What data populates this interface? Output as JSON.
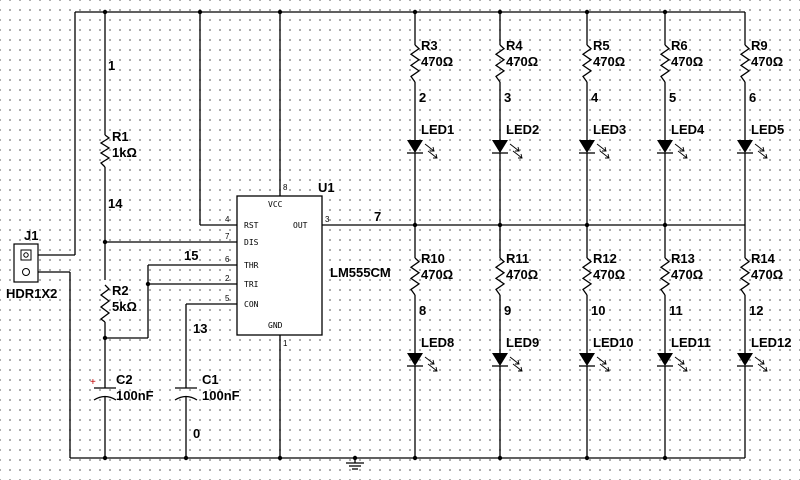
{
  "chip": {
    "ref": "U1",
    "model": "LM555CM",
    "pins": [
      {
        "num": "4",
        "name": "RST"
      },
      {
        "num": "7",
        "name": "DIS"
      },
      {
        "num": "6",
        "name": "THR"
      },
      {
        "num": "2",
        "name": "TRI"
      },
      {
        "num": "5",
        "name": "CON"
      },
      {
        "num": "8",
        "name": "VCC"
      },
      {
        "num": "3",
        "name": "OUT"
      },
      {
        "num": "1",
        "name": "GND"
      }
    ]
  },
  "header": {
    "ref": "J1",
    "model": "HDR1X2"
  },
  "left_parts": [
    {
      "ref": "R1",
      "value": "1kΩ"
    },
    {
      "ref": "R2",
      "value": "5kΩ"
    },
    {
      "ref": "C2",
      "value": "100nF"
    },
    {
      "ref": "C1",
      "value": "100nF"
    }
  ],
  "top_resistors": [
    {
      "ref": "R3",
      "value": "470Ω"
    },
    {
      "ref": "R4",
      "value": "470Ω"
    },
    {
      "ref": "R5",
      "value": "470Ω"
    },
    {
      "ref": "R6",
      "value": "470Ω"
    },
    {
      "ref": "R9",
      "value": "470Ω"
    }
  ],
  "top_leds": [
    "LED1",
    "LED2",
    "LED3",
    "LED4",
    "LED5"
  ],
  "top_nets": [
    "2",
    "3",
    "4",
    "5",
    "6"
  ],
  "bottom_resistors": [
    {
      "ref": "R10",
      "value": "470Ω"
    },
    {
      "ref": "R11",
      "value": "470Ω"
    },
    {
      "ref": "R12",
      "value": "470Ω"
    },
    {
      "ref": "R13",
      "value": "470Ω"
    },
    {
      "ref": "R14",
      "value": "470Ω"
    }
  ],
  "bottom_leds": [
    "LED8",
    "LED9",
    "LED10",
    "LED11",
    "LED12"
  ],
  "bottom_nets": [
    "8",
    "9",
    "10",
    "11",
    "12"
  ],
  "nets": {
    "n1": "1",
    "n14": "14",
    "n15": "15",
    "n13": "13",
    "n0": "0",
    "n7": "7"
  }
}
